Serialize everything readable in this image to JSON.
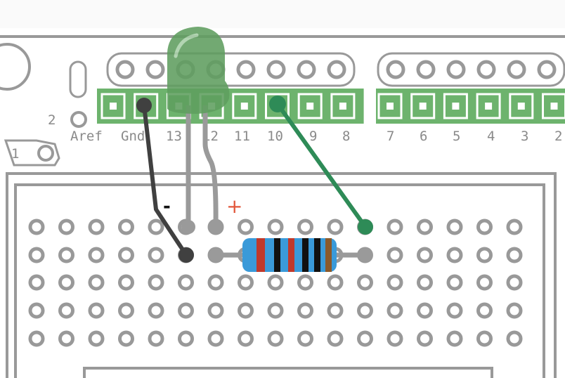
{
  "header_labels": [
    "Aref",
    "Gnd",
    "13",
    "12",
    "11",
    "10",
    "9",
    "8",
    "7",
    "6",
    "5",
    "4",
    "3",
    "2"
  ],
  "side_labels": {
    "two": "2",
    "one": "1"
  },
  "polarity": {
    "minus": "-",
    "plus": "+"
  },
  "colors": {
    "board_outline": "#9a9a9a",
    "header_green": "#6db36d",
    "led": "#5f9e5f",
    "wire_black": "#404040",
    "wire_green": "#2e8b57",
    "led_leg": "#9a9a9a",
    "resistor_body": "#3a9ad9",
    "plus": "#e2573b"
  },
  "resistor_bands": [
    "#c0392b",
    "#111111",
    "#c0392b",
    "#111111",
    "#111111",
    "#8b5a2b"
  ],
  "breadboard": {
    "rows": 5,
    "columns": 17
  }
}
